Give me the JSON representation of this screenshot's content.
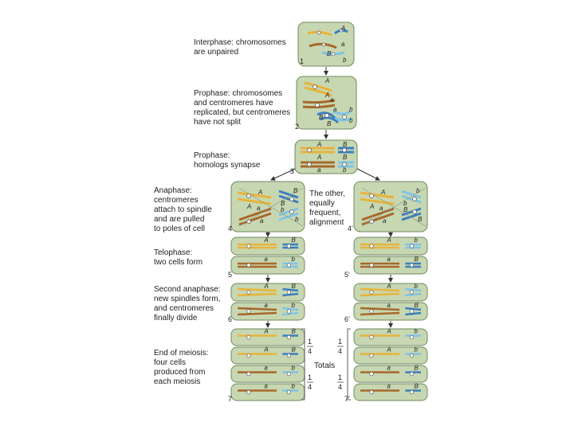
{
  "colors": {
    "cell_fill": "#c7d7b2",
    "A_allele": "#e8b43a",
    "a_allele": "#a8682a",
    "B_allele": "#3a7fc0",
    "b_allele": "#7fc3e8"
  },
  "stages": {
    "interphase": [
      "Interphase: chromosomes",
      "are unpaired"
    ],
    "prophase1": [
      "Prophase: chromosomes",
      "and centromeres have",
      "replicated, but centromeres",
      "have not split"
    ],
    "prophase2": [
      "Prophase:",
      "homologs synapse"
    ],
    "anaphase": [
      "Anaphase:",
      "centromeres",
      "attach to spindle",
      "and are pulled",
      "to poles of cell"
    ],
    "alternative": [
      "The other,",
      "equally",
      "frequent,",
      "alignment"
    ],
    "telophase": [
      "Telophase:",
      "two cells form"
    ],
    "second_anaphase": [
      "Second anaphase:",
      "new spindles form,",
      "and centromeres",
      "finally divide"
    ],
    "end": [
      "End of meiosis:",
      "four cells",
      "produced from",
      "each meiosis"
    ]
  },
  "step_numbers": {
    "s1": "1",
    "s2": "2",
    "s3": "3",
    "s4": "4",
    "s4p": "4'",
    "s5": "5",
    "s5p": "5'",
    "s6": "6",
    "s6p": "6'",
    "s7": "7",
    "s7p": "7'"
  },
  "alleles": {
    "A": "A",
    "a": "a",
    "B": "B",
    "b": "b"
  },
  "totals": {
    "label": "Totals",
    "numerator": "1",
    "denominator": "4"
  }
}
